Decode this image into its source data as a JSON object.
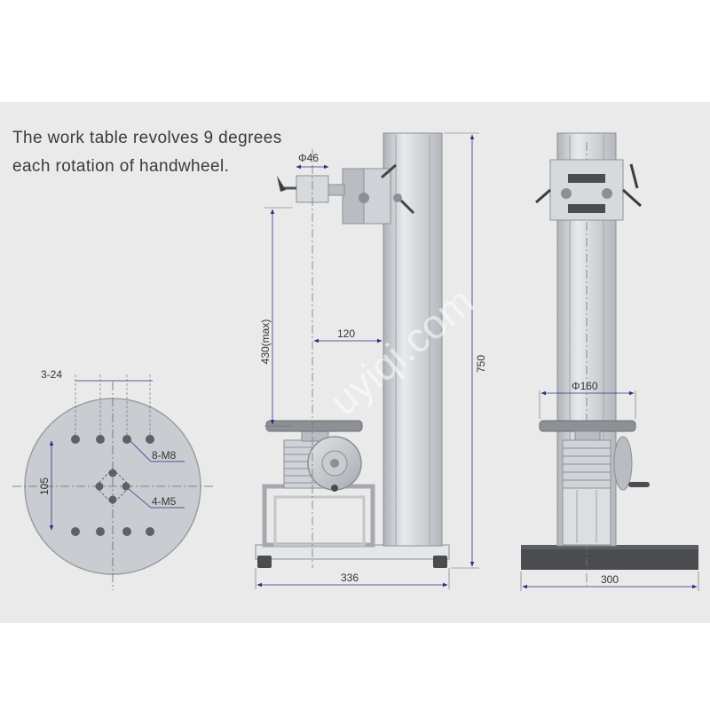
{
  "caption": {
    "line1": "The work table revolves 9 degrees",
    "line2": "each rotation of handwheel."
  },
  "dimensions": {
    "phi46": "Φ46",
    "d430": "430(max)",
    "d120": "120",
    "d750": "750",
    "d336": "336",
    "phi160": "Φ160",
    "d300": "300"
  },
  "plate": {
    "pitch": "3-24",
    "d105": "105",
    "holes_m8": "8-M8",
    "holes_m5": "4-M5"
  },
  "watermark": "uyiqi.com",
  "colors": {
    "background": "#eaeaea",
    "metal": "#cfd3d8",
    "metal_dark": "#8c9096",
    "base": "#4a4c50",
    "dimension": "#2b2f8a"
  }
}
